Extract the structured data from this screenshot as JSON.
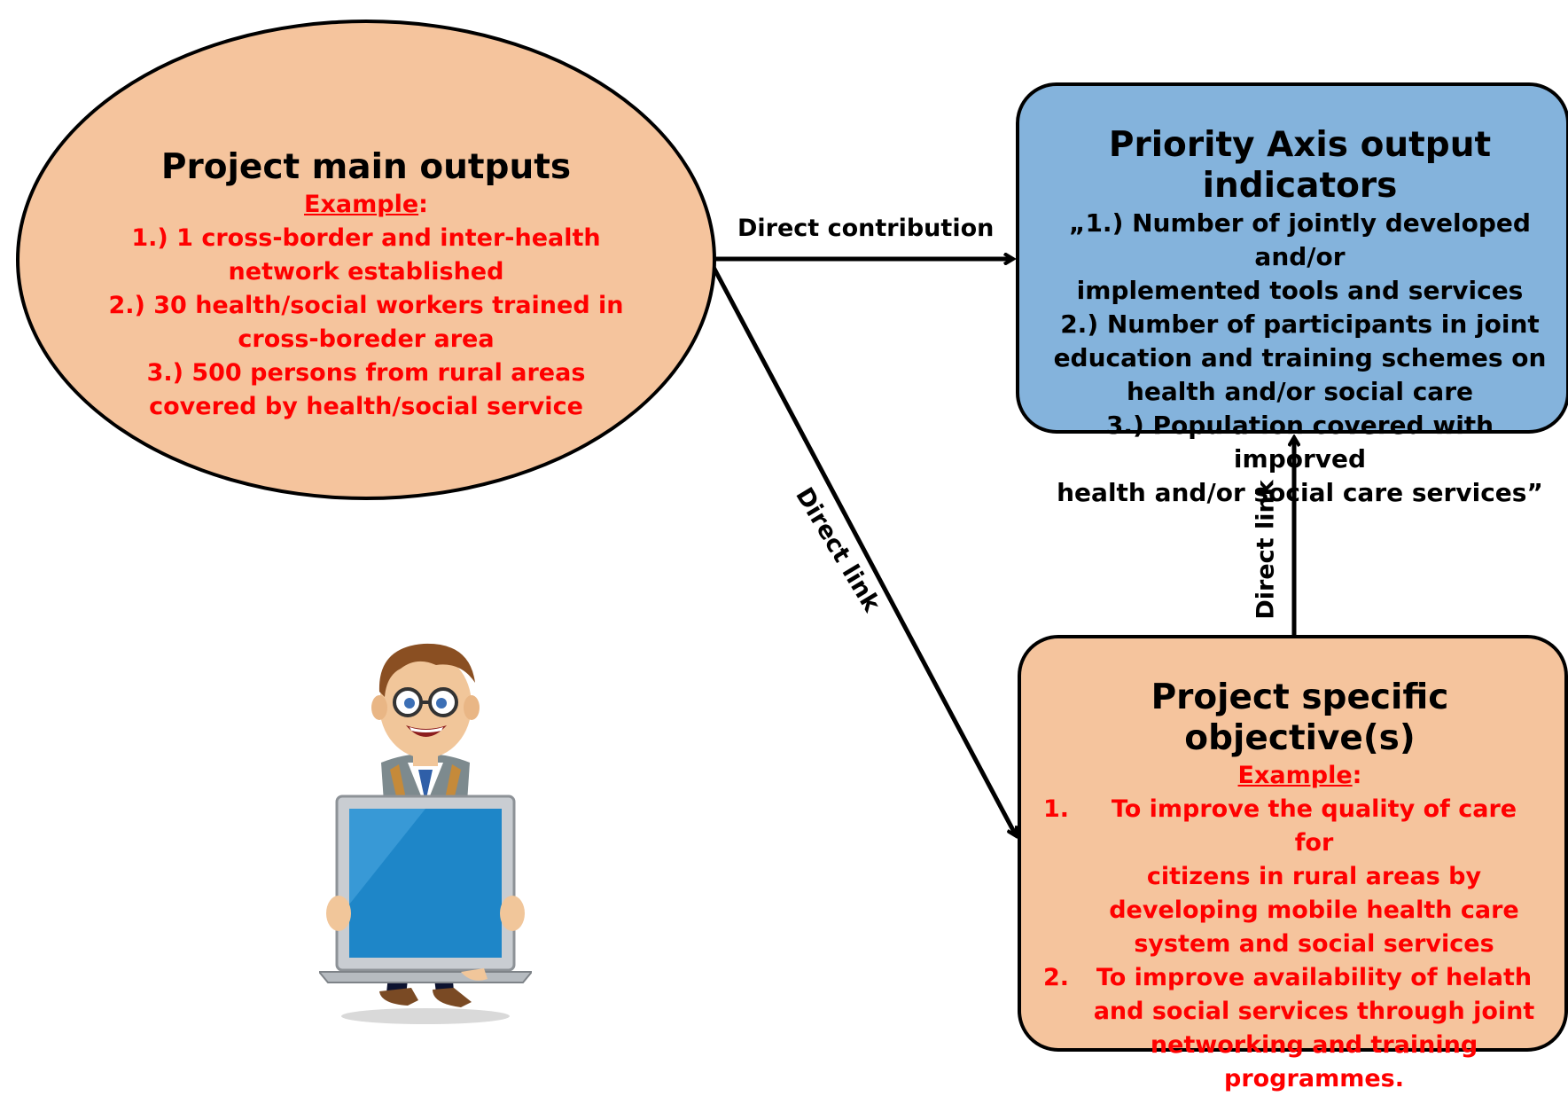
{
  "outputs_node": {
    "title": "Project main outputs",
    "example_label": "Example",
    "example_suffix": ":",
    "lines": [
      "1.) 1 cross-border and inter-health",
      "network established",
      "2.) 30 health/social workers trained in",
      "cross-boreder area",
      "3.) 500 persons from rural areas",
      "covered by health/social service"
    ]
  },
  "indicators_node": {
    "title": "Priority Axis output indicators",
    "lines": [
      "„1.) Number of jointly developed and/or",
      "implemented tools and services",
      "2.) Number of participants in joint",
      "education and training schemes on",
      "health and/or social care",
      "3.) Population covered with imporved",
      "health and/or social care services”"
    ]
  },
  "objectives_node": {
    "title": "Project specific objective(s)",
    "example_label": "Example",
    "example_suffix": ":",
    "items": [
      {
        "num": "1.",
        "lines": [
          "To improve the quality of care for",
          "citizens in rural areas  by",
          "developing mobile health care",
          "system and social services"
        ]
      },
      {
        "num": "2.",
        "lines": [
          "To improve  availability of helath",
          "and social  services through joint",
          "networking and training",
          "programmes."
        ]
      }
    ]
  },
  "edges": {
    "contribution_label": "Direct contribution",
    "diagonal_label": "Direct  link",
    "vertical_label": "Direct  link"
  },
  "colors": {
    "output_fill": "#f5c49d",
    "indicator_fill": "#84b3dc",
    "highlight_text": "#ff0000"
  },
  "icons": {
    "character": "cartoon-man-holding-laptop-icon"
  }
}
